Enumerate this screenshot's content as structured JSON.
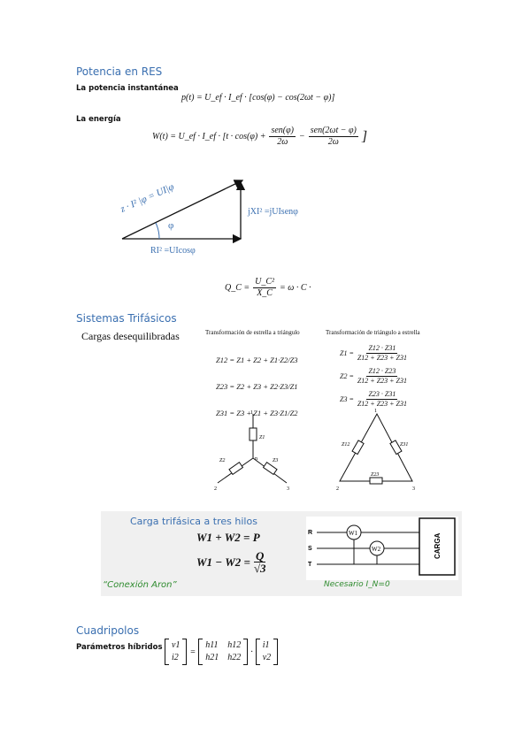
{
  "potencia": {
    "heading": "Potencia en RES",
    "instantanea_label": "La potencia instantánea",
    "instantanea_formula": "p(t) = U_ef · I_ef · [cos(φ) − cos(2ωt − φ)]",
    "energia_label": "La energía",
    "energia_formula_head": "W(t) = U_ef · I_ef · [t · cos(φ) +",
    "energia_frac1_num": "sen(φ)",
    "energia_frac1_den": "2ω",
    "energia_minus": "−",
    "energia_frac2_num": "sen(2ωt − φ)",
    "energia_frac2_den": "2ω",
    "energia_close": "]"
  },
  "triangle": {
    "hyp": "z · I² |φ = UI|φ",
    "angle": "φ",
    "vertical": "jXI² =jUIsenφ",
    "base": "RI² =UIcosφ"
  },
  "qc": {
    "lhs": "Q_C =",
    "num": "U_C²",
    "den": "X_C",
    "rhs": "= ω · C ·"
  },
  "trifasicos": {
    "heading": "Sistemas Trifásicos",
    "cargas": "Cargas desequilibradas",
    "estrella_title": "Transformación de estrella a triángulo",
    "triangulo_title": "Transformación de triángulo a estrella",
    "e1": "Z12 = Z1 + Z2 + Z1·Z2/Z3",
    "e2": "Z23 = Z2 + Z3 + Z2·Z3/Z1",
    "e3": "Z31 = Z3 + Z1 + Z3·Z1/Z2",
    "t1_lhs": "Z1 =",
    "t1_num": "Z12 · Z31",
    "t1_den": "Z12 + Z23 + Z31",
    "t2_lhs": "Z2 =",
    "t2_num": "Z12 · Z23",
    "t2_den": "Z12 + Z23 + Z31",
    "t3_lhs": "Z3 =",
    "t3_num": "Z23 · Z31",
    "t3_den": "Z12 + Z23 + Z31",
    "star_n1": "1",
    "star_n2": "2",
    "star_n3": "3",
    "star_n": "n",
    "star_z1": "Z1",
    "star_z2": "Z2",
    "star_z3": "Z3",
    "tri_n1": "1",
    "tri_n2": "2",
    "tri_n3": "3",
    "tri_z12": "Z12",
    "tri_z31": "Z31",
    "tri_z23": "Z23"
  },
  "aron": {
    "title": "Carga trifásica a tres hilos",
    "eq1": "W1 + W2 = P",
    "eq2_lhs": "W1 − W2 =",
    "eq2_num": "Q",
    "eq2_den": "√3",
    "conexion": "“Conexión Aron”",
    "necesario": "Necesario I_N=0",
    "r": "R",
    "s": "S",
    "t": "T",
    "w1": "W1",
    "w2": "W2",
    "carga": "CARGA"
  },
  "cuadripolos": {
    "heading": "Cuadripolos",
    "label": "Parámetros híbridos",
    "v1": "v1",
    "i2": "i2",
    "eq": "=",
    "h11": "h11",
    "h12": "h12",
    "h21": "h21",
    "h22": "h22",
    "dot": "·",
    "i1": "i1",
    "v2": "v2"
  },
  "colors": {
    "heading": "#3a6fb0",
    "green": "#2e8b2e",
    "box": "#f0f0f0"
  }
}
